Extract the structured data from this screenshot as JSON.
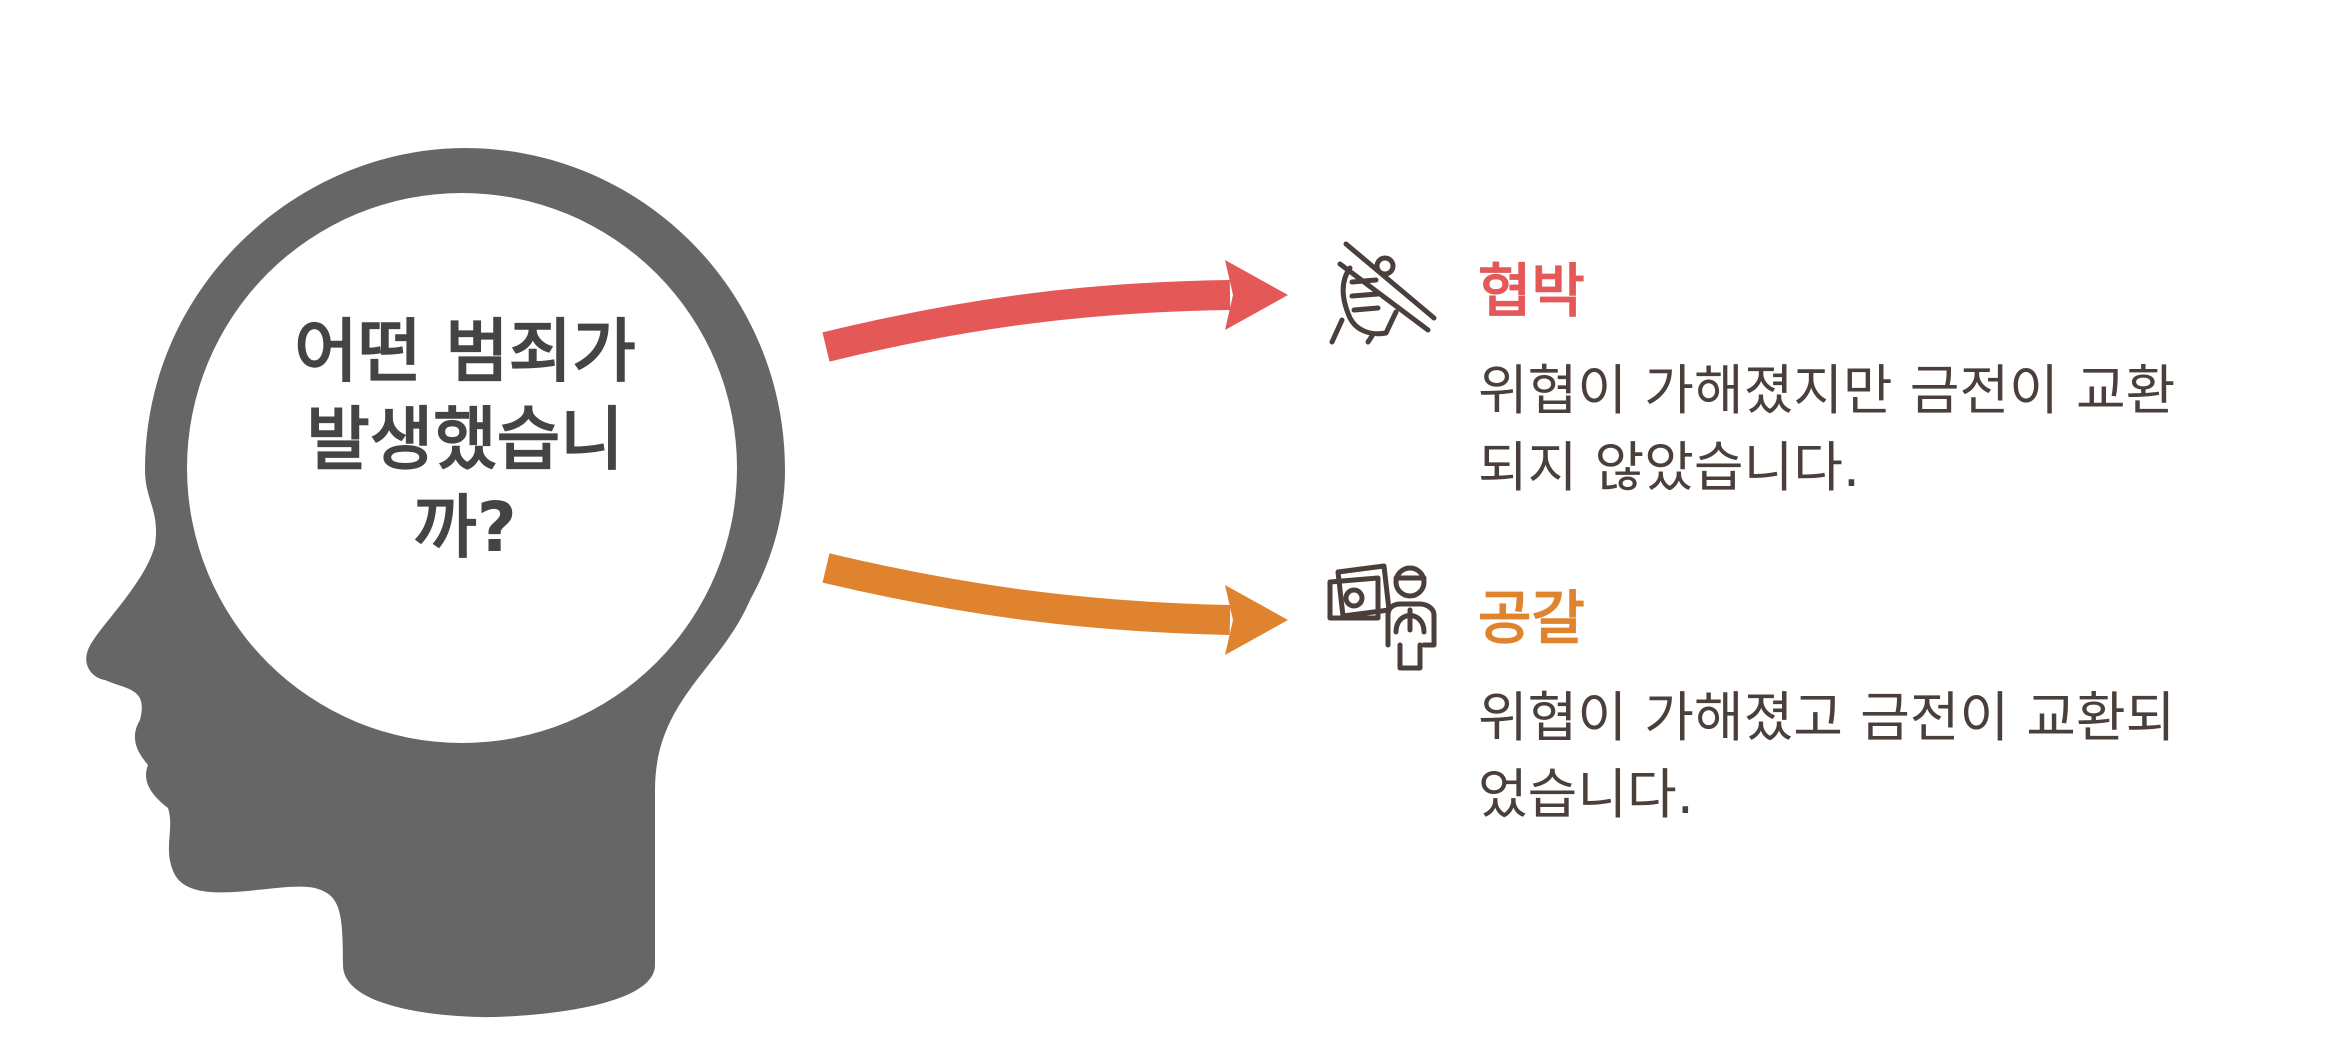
{
  "question": "어떤 범죄가\n발생했습니\n까?",
  "options": [
    {
      "title": "협박",
      "description": "위협이 가해졌지만 금전이 교환\n되지 않았습니다.",
      "color": "#e45858",
      "icon": "hand-holding-knife-icon"
    },
    {
      "title": "공갈",
      "description": "위협이 가해졌고 금전이 교환되\n었습니다.",
      "color": "#e0832f",
      "icon": "person-with-money-icon"
    }
  ],
  "colors": {
    "head": "#666666",
    "text": "#4a3f3a"
  }
}
